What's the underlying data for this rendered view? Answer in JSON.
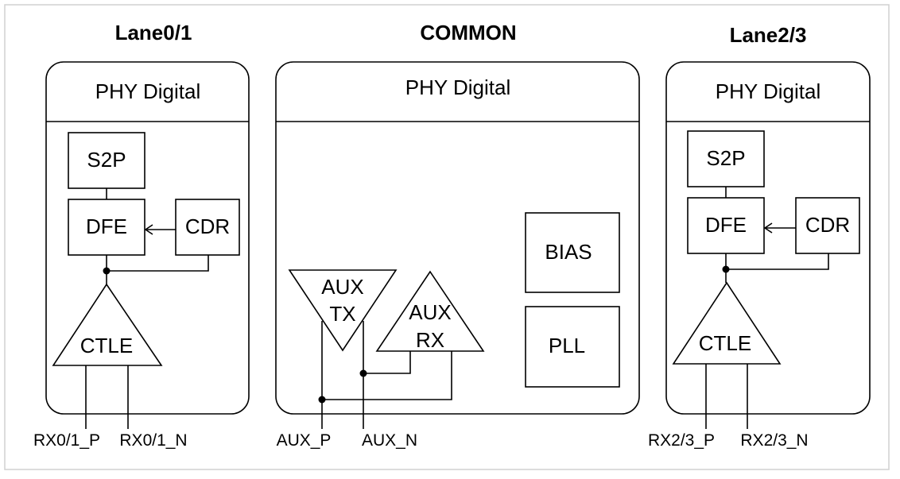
{
  "sections": {
    "lane01": {
      "title": "Lane0/1",
      "digital": "PHY Digital",
      "s2p": "S2P",
      "dfe": "DFE",
      "cdr": "CDR",
      "ctle": "CTLE",
      "pin_p": "RX0/1_P",
      "pin_n": "RX0/1_N"
    },
    "common": {
      "title": "COMMON",
      "digital": "PHY Digital",
      "aux_tx_line1": "AUX",
      "aux_tx_line2": "TX",
      "aux_rx_line1": "AUX",
      "aux_rx_line2": "RX",
      "bias": "BIAS",
      "pll": "PLL",
      "pin_p": "AUX_P",
      "pin_n": "AUX_N"
    },
    "lane23": {
      "title": "Lane2/3",
      "digital": "PHY Digital",
      "s2p": "S2P",
      "dfe": "DFE",
      "cdr": "CDR",
      "ctle": "CTLE",
      "pin_p": "RX2/3_P",
      "pin_n": "RX2/3_N"
    }
  }
}
